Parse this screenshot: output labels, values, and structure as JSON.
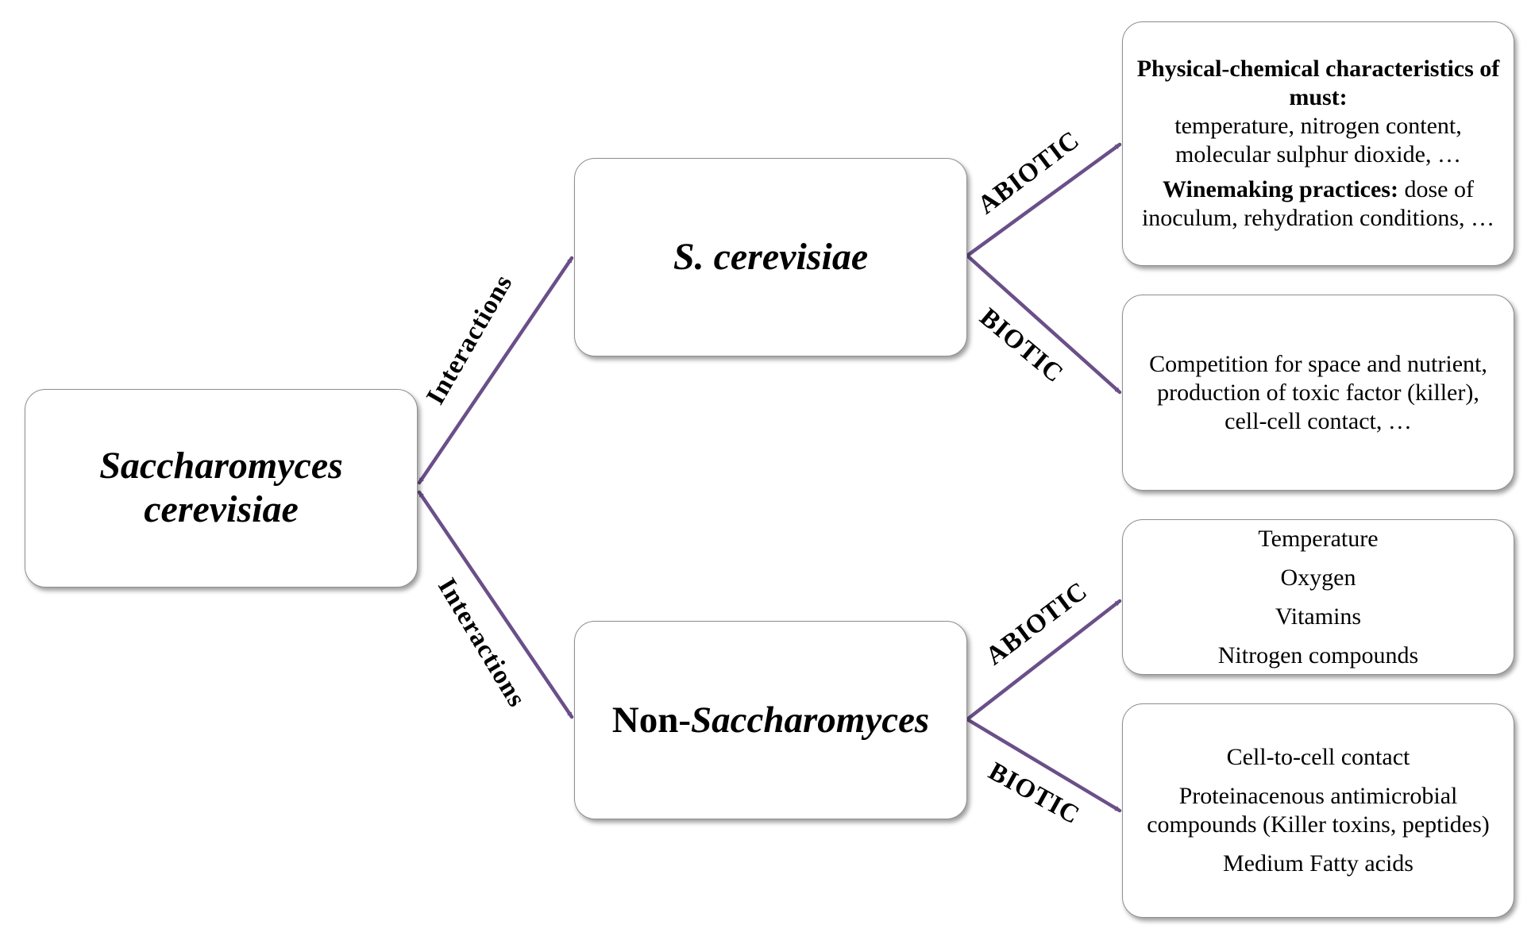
{
  "colors": {
    "arrow": "#6a4f89",
    "box_border": "#8f8f8f"
  },
  "root": {
    "line1": "Saccharomyces",
    "line2": "cerevisiae"
  },
  "s_cerevisiae": {
    "title": "S. cerevisiae"
  },
  "non_sacch": {
    "prefix": "Non-",
    "italic": "Saccharomyces"
  },
  "edges": {
    "interactions_top": "Interactions",
    "interactions_bottom": "Interactions",
    "abiotic_top": "ABIOTIC",
    "biotic_top": "BIOTIC",
    "abiotic_bottom": "ABIOTIC",
    "biotic_bottom": "BIOTIC"
  },
  "s_abiotic": {
    "heading1": "Physical-chemical characteristics of must:",
    "text1": "temperature, nitrogen content, molecular sulphur dioxide, …",
    "heading2": "Winemaking practices:",
    "text2": " dose of inoculum, rehydration conditions, …"
  },
  "s_biotic": {
    "text": "Competition for space and nutrient, production of toxic factor (killer), cell-cell contact, …"
  },
  "ns_abiotic": [
    "Temperature",
    "Oxygen",
    "Vitamins",
    "Nitrogen compounds"
  ],
  "ns_biotic": [
    "Cell-to-cell contact",
    "Proteinacenous antimicrobial compounds (Killer toxins, peptides)",
    "Medium Fatty acids"
  ]
}
